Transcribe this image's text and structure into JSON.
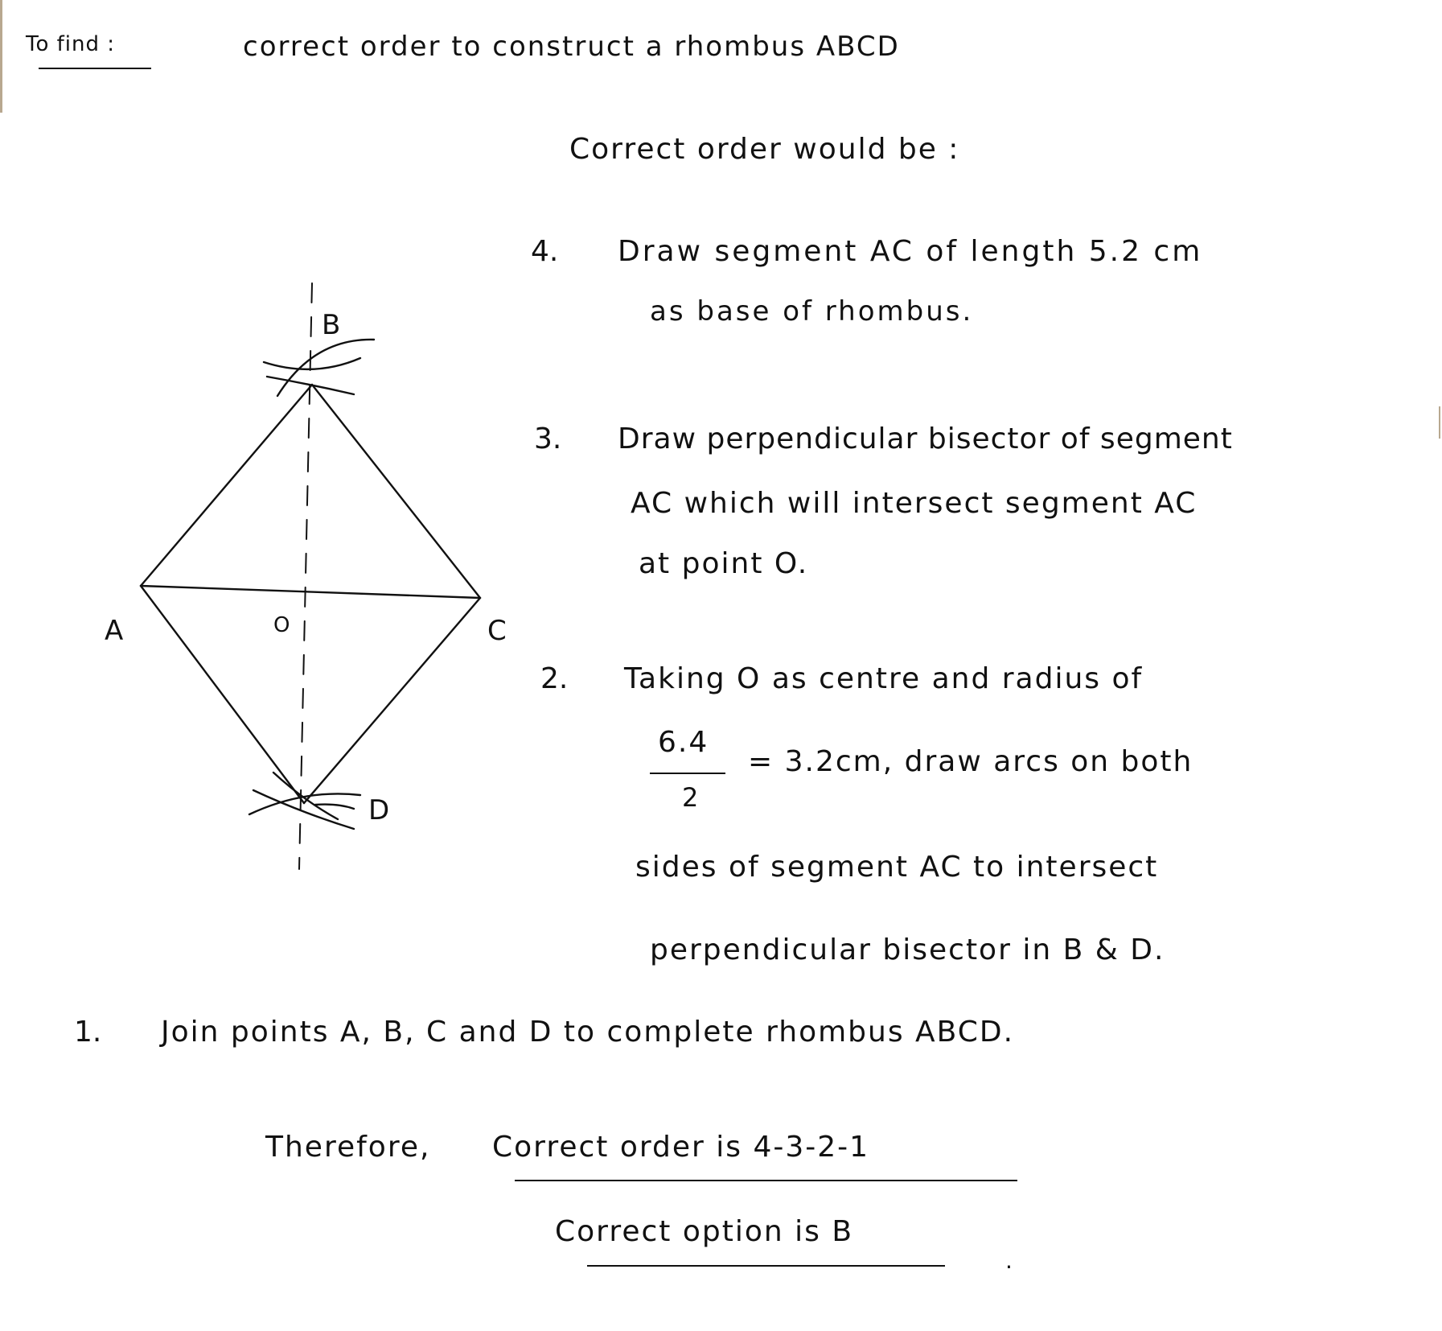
{
  "header": {
    "to_find": "To find :",
    "task": "correct order to construct a rhombus ABCD"
  },
  "intro": "Correct order would be :",
  "steps": [
    {
      "num": "4.",
      "line1": "Draw segment AC of length 5.2 cm",
      "line2": "as base of rhombus."
    },
    {
      "num": "3.",
      "line1": "Draw perpendicular bisector of segment",
      "line2": "AC which will intersect segment AC",
      "line3": "at point O."
    },
    {
      "num": "2.",
      "line1_a": "Taking O as centre and radius of",
      "frac_num": "6.4",
      "frac_den": "2",
      "line2_b": "= 3.2cm, draw arcs on both",
      "line3": "sides of segment AC to intersect",
      "line4": "perpendicular bisector in B & D."
    },
    {
      "num": "1.",
      "line1": "Join points A, B, C and D to complete rhombus ABCD."
    }
  ],
  "conclusion": {
    "therefore": "Therefore,",
    "order": "Correct order is 4-3-2-1",
    "option": "Correct option is B"
  },
  "diagram": {
    "labels": {
      "A": "A",
      "B": "B",
      "C": "C",
      "D": "D",
      "O": "O"
    }
  }
}
